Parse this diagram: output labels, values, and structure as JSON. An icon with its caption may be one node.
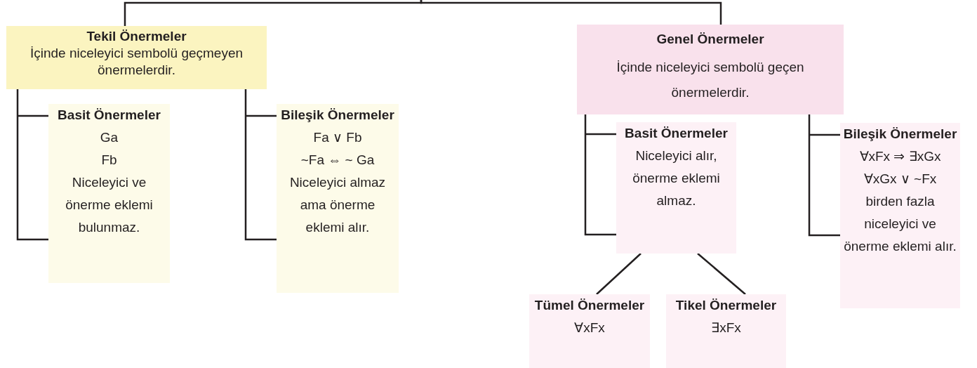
{
  "diagram": {
    "nodes": [
      {
        "text": [
          "Tekil Önermeler",
          "İçinde niceleyici sembolü geçmeyen önermelerdir."
        ]
      },
      {
        "text": [
          "Basit Önermeler",
          "Ga",
          "Fb",
          "Niceleyici ve önerme eklemi bulunmaz."
        ]
      },
      {
        "text": [
          "Bileşik Önermeler",
          "Fa ∨ Fb",
          "~Fa ⇔ ~ Ga",
          "Niceleyici almaz ama önerme eklemi alır."
        ]
      },
      {
        "text": [
          "Genel Önermeler",
          "İçinde niceleyici sembolü geçen önermelerdir."
        ]
      },
      {
        "text": [
          "Basit Önermeler",
          "Niceleyici alır, önerme eklemi almaz."
        ]
      },
      {
        "text": [
          "Bileşik Önermeler",
          "∀xFx ⇒ ∃xGx",
          "∀xGx ∨ ~Fx",
          "birden fazla niceleyici ve önerme eklemi alır."
        ]
      },
      {
        "text": [
          "Tümel Önermeler",
          "∀xFx"
        ]
      },
      {
        "text": [
          "Tikel Önermeler",
          "∃xFx"
        ]
      }
    ],
    "edges": [
      {
        "from": null,
        "to": 0,
        "arrow": "none"
      },
      {
        "from": null,
        "to": 3,
        "arrow": "none"
      },
      {
        "from": 0,
        "to": 1,
        "arrow": "none"
      },
      {
        "from": 0,
        "to": 2,
        "arrow": "none"
      },
      {
        "from": 3,
        "to": 4,
        "arrow": "none"
      },
      {
        "from": 3,
        "to": 5,
        "arrow": "none"
      },
      {
        "from": 4,
        "to": 6,
        "arrow": "none"
      },
      {
        "from": 4,
        "to": 7,
        "arrow": "none"
      }
    ]
  }
}
